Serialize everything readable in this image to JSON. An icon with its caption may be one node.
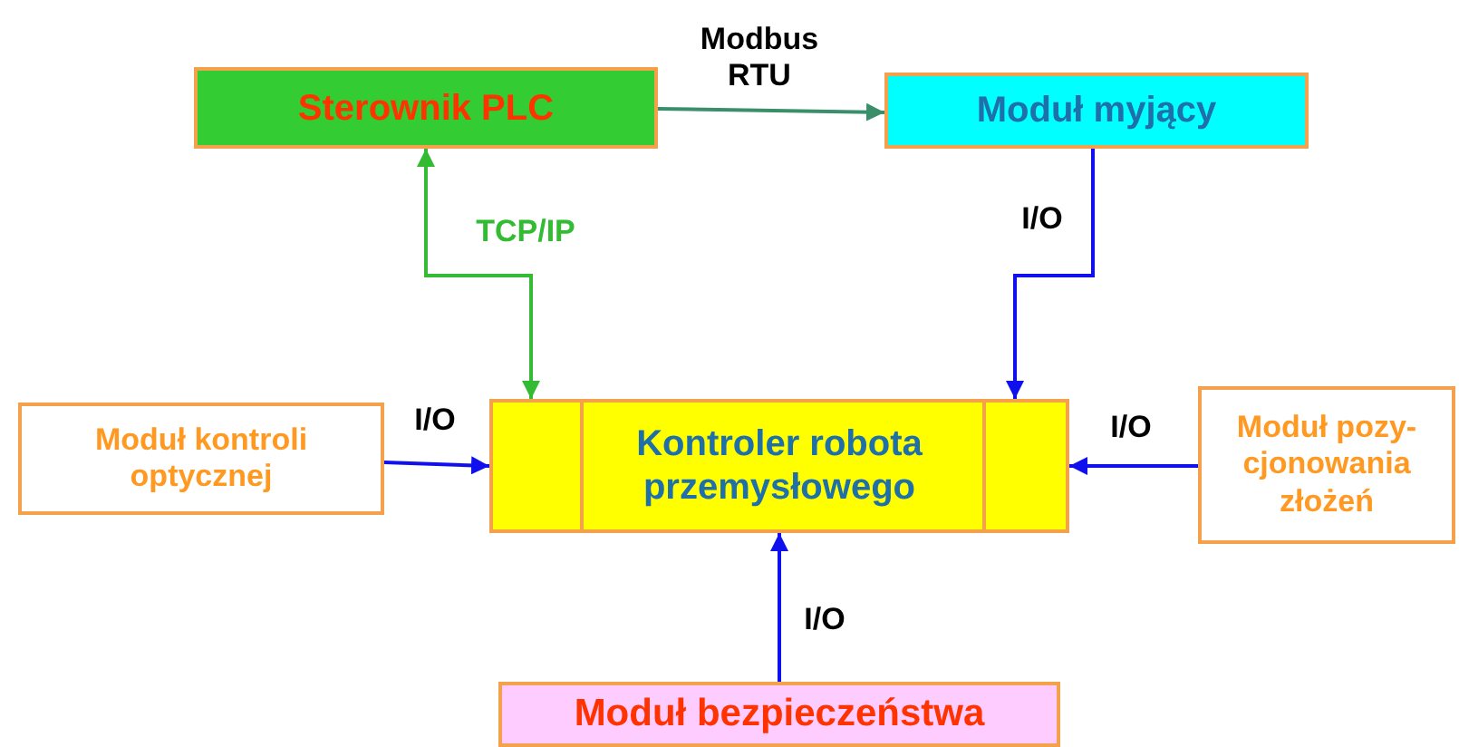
{
  "diagram": {
    "nodes": [
      {
        "text": [
          "Sterownik PLC"
        ]
      },
      {
        "text": [
          "Moduł myjący"
        ]
      },
      {
        "text": [
          "Moduł kontroli optycznej"
        ]
      },
      {
        "text": [
          "Kontroler robota przemysłowego"
        ]
      },
      {
        "text": [
          "Moduł pozy- cjonowania złożeń"
        ]
      },
      {
        "text": [
          "Moduł bezpieczeństwa"
        ]
      }
    ],
    "edges": [
      {
        "from": 0,
        "to": 1,
        "arrow": "to",
        "label": "Modbus RTU",
        "color": "#3a8f6a"
      },
      {
        "from": 3,
        "to": 0,
        "arrow": "both",
        "label": "TCP/IP",
        "color": "#33bb33"
      },
      {
        "from": 1,
        "to": 3,
        "arrow": "to",
        "label": "I/O"
      },
      {
        "from": 2,
        "to": 3,
        "arrow": "to",
        "label": "I/O"
      },
      {
        "from": 4,
        "to": 3,
        "arrow": "to",
        "label": "I/O"
      },
      {
        "from": 5,
        "to": 3,
        "arrow": "to",
        "label": "I/O"
      }
    ]
  }
}
